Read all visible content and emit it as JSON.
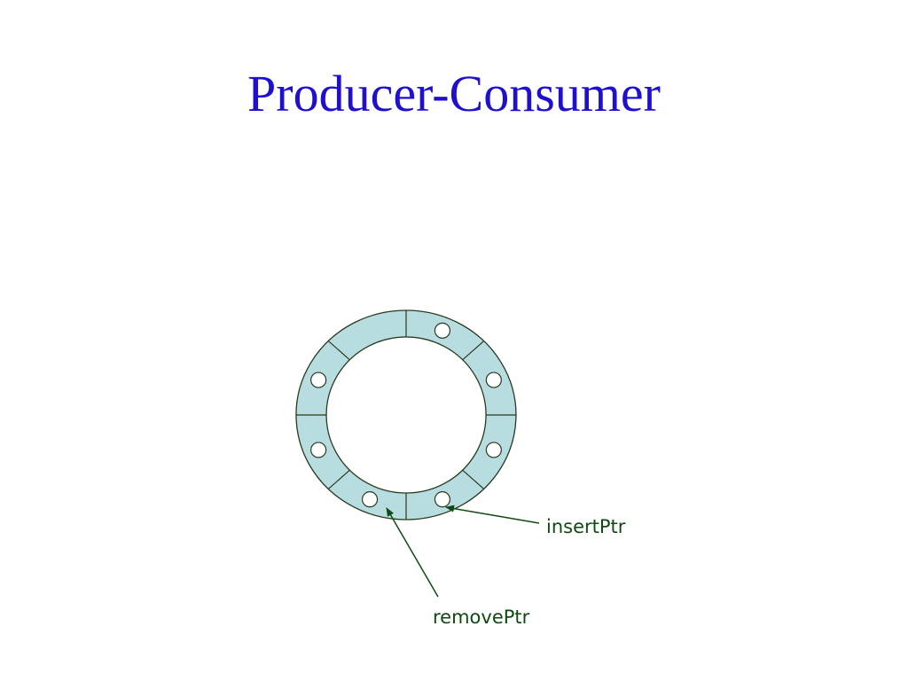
{
  "slide": {
    "title": "Producer-Consumer"
  },
  "diagram": {
    "slot_count": 8,
    "occupied_slots": [
      0,
      1,
      2,
      3,
      4,
      5,
      6
    ],
    "colors": {
      "title": "#1f0fcf",
      "ring_fill": "#b7dde0",
      "ring_stroke": "#2b3a1f",
      "label": "#0f4a12",
      "arrow": "#0f4a12"
    },
    "labels": {
      "insert": "insertPtr",
      "remove": "removePtr"
    }
  }
}
